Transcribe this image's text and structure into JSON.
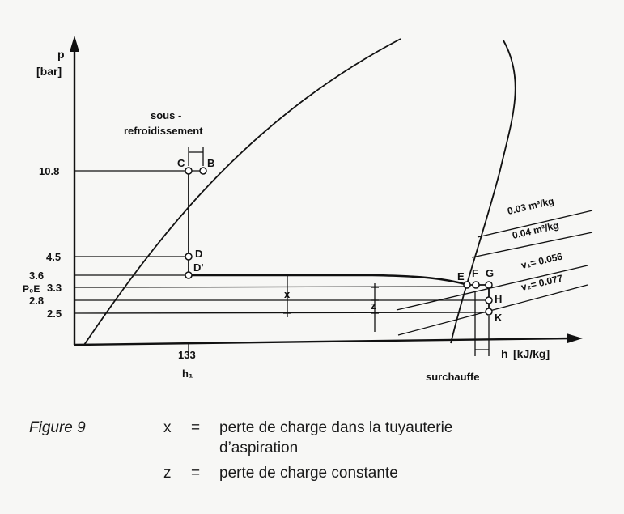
{
  "axes": {
    "y_label_symbol": "p",
    "y_label_unit": "[bar]",
    "x_label_symbol": "h",
    "x_label_unit": "[kJ/kg]"
  },
  "pressure_ticks": [
    "10.8",
    "4.5",
    "3.6",
    "3.3",
    "2.8",
    "2.5"
  ],
  "pressure_tick_p0e": "P₀E",
  "enthalpy_tick": "133",
  "enthalpy_symbol": "h₁",
  "points": {
    "B": "B",
    "C": "C",
    "D": "D",
    "D_prime": "D'",
    "E": "E",
    "F": "F",
    "G": "G",
    "H": "H",
    "K": "K"
  },
  "annotations": {
    "sous_line1": "sous -",
    "sous_line2": "refroidissement",
    "surchauffe": "surchauffe",
    "x_marker": "x",
    "z_marker": "z"
  },
  "volume_lines": {
    "v003": "0.03 m³/kg",
    "v004": "0.04 m³/kg",
    "v1": "v₁= 0.056",
    "v2": "v₂= 0.077"
  },
  "caption": {
    "figure": "Figure 9",
    "line1_var": "x",
    "line1_eq": "=",
    "line1_text": "perte de charge dans la tuyauterie",
    "line1_cont": "d’aspiration",
    "line2_var": "z",
    "line2_eq": "=",
    "line2_text": "perte de charge constante"
  }
}
